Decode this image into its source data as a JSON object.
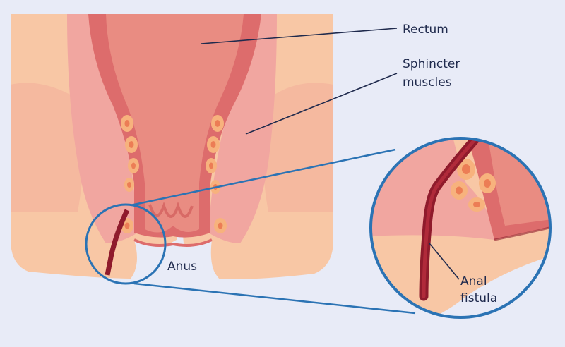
{
  "labels": {
    "rectum": "Rectum",
    "sphincter_line1": "Sphincter",
    "sphincter_line2": "muscles",
    "anus": "Anus",
    "fistula_line1": "Anal",
    "fistula_line2": "fistula"
  },
  "colors": {
    "background": "#e8ebf7",
    "skin": "#f8c7a5",
    "muscle": "#f1a6a0",
    "rectum_wall": "#dd6c6c",
    "rectum_lumen": "#e98c82",
    "fistula": "#8f1b2c",
    "magnifier_ring": "#2b73b4",
    "fat_yellow": "#f7b27d",
    "fat_orange": "#ec7d55"
  }
}
